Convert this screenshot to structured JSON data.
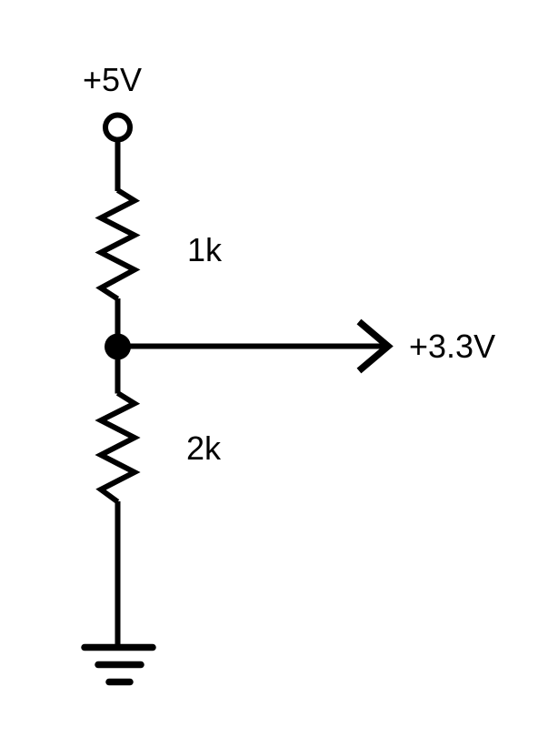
{
  "diagram": {
    "kind": "circuit-schematic",
    "description": "Resistive voltage divider",
    "labels": {
      "supply": "+5V",
      "resistor1": "1k",
      "resistor2": "2k",
      "output": "+3.3V"
    },
    "colors": {
      "stroke": "#000000",
      "background": "#ffffff"
    }
  }
}
